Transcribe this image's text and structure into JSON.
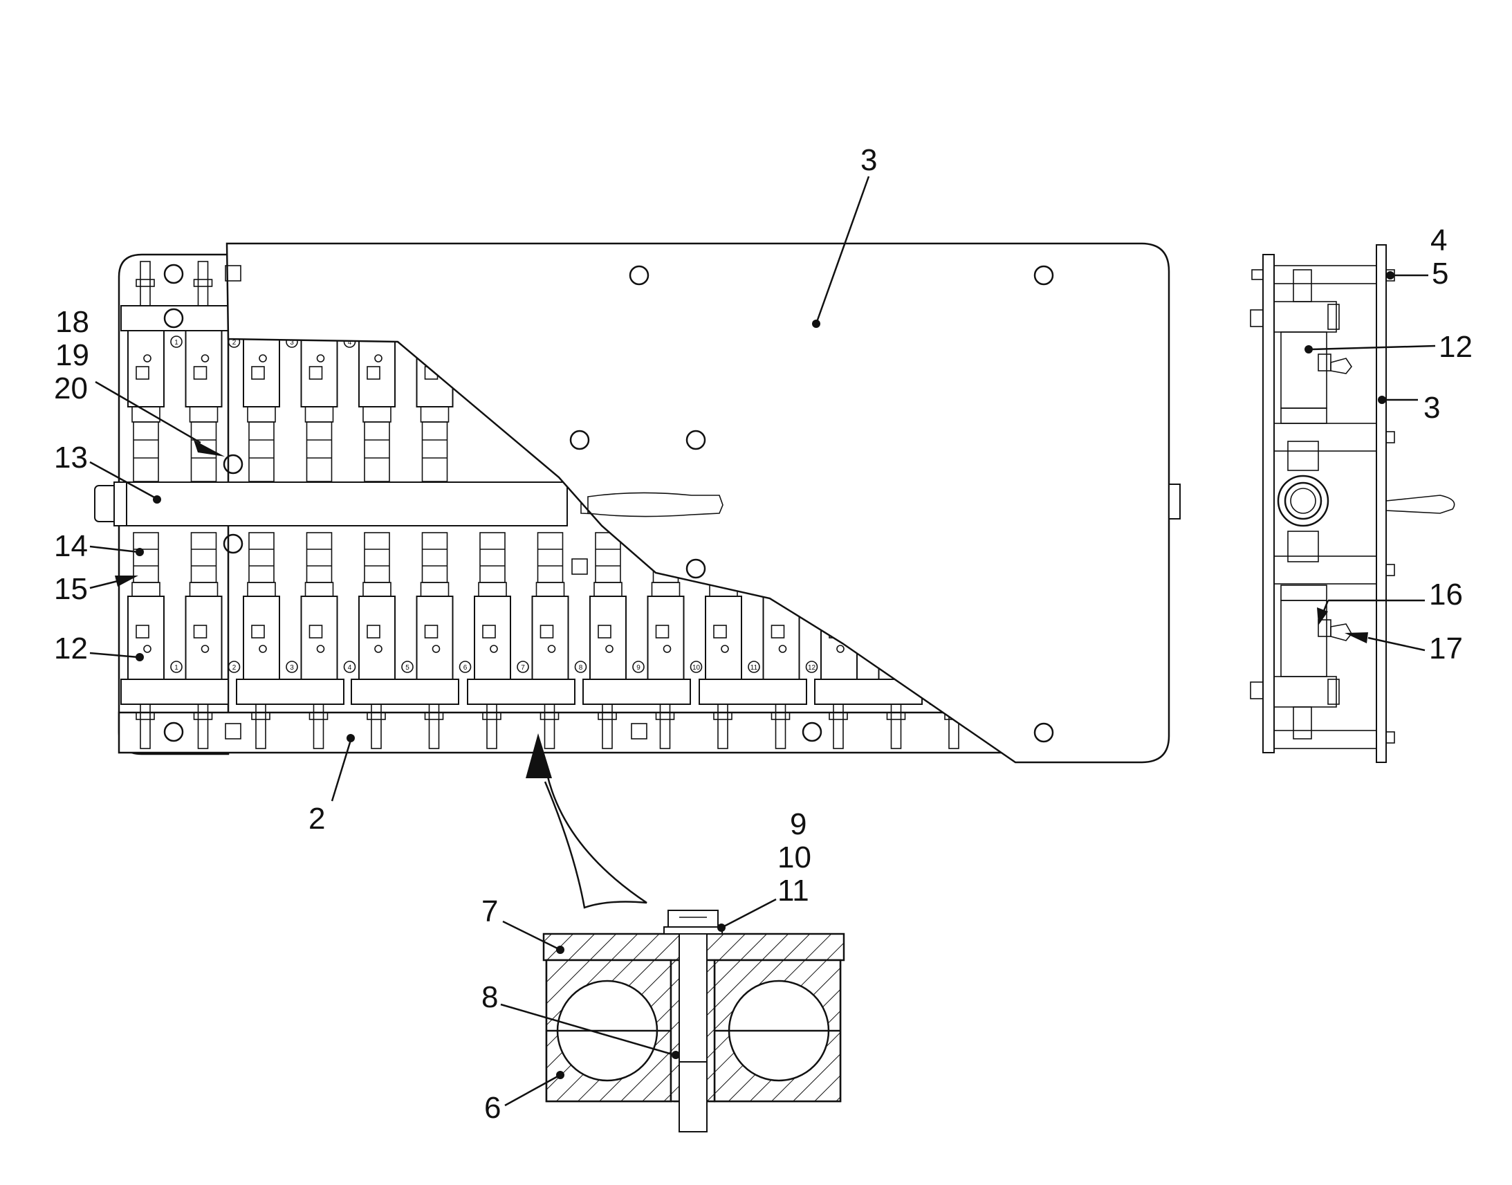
{
  "callouts": {
    "c2": "2",
    "c3a": "3",
    "c3b": "3",
    "c4": "4",
    "c5": "5",
    "c6": "6",
    "c7": "7",
    "c8": "8",
    "c9": "9",
    "c10": "10",
    "c11": "11",
    "c12a": "12",
    "c12b": "12",
    "c13": "13",
    "c14": "14",
    "c15": "15",
    "c16": "16",
    "c17": "17",
    "c18": "18",
    "c19": "19",
    "c20": "20"
  },
  "module_numbers": [
    "1",
    "2",
    "3",
    "4",
    "5",
    "6",
    "7",
    "8",
    "9",
    "10",
    "11",
    "12"
  ],
  "colors": {
    "line": "#111111",
    "background": "#ffffff"
  }
}
